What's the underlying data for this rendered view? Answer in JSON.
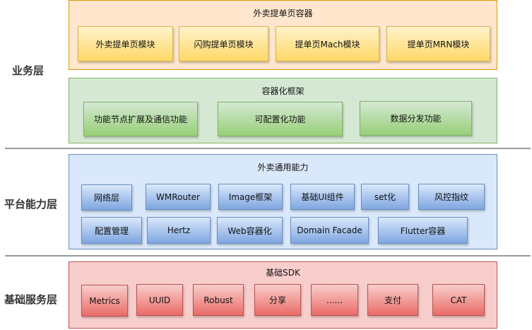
{
  "layers": {
    "business": "业务层",
    "platform": "平台能力层",
    "base": "基础服务层"
  },
  "order_container": {
    "title": "外卖提单页容器",
    "modules": [
      "外卖提单页模块",
      "闪购提单页模块",
      "提单页Mach模块",
      "提单页MRN模块"
    ]
  },
  "container_framework": {
    "title": "容器化框架",
    "items": [
      "功能节点扩展及通信功能",
      "可配置化功能",
      "数据分发功能"
    ]
  },
  "common_ability": {
    "title": "外卖通用能力",
    "row1": [
      "网络层",
      "WMRouter",
      "Image框架",
      "基础UI组件",
      "set化",
      "风控指纹"
    ],
    "row2": [
      "配置管理",
      "Hertz",
      "Web容器化",
      "Domain Facade",
      "Flutter容器"
    ]
  },
  "base_sdk": {
    "title": "基础SDK",
    "items": [
      "Metrics",
      "UUID",
      "Robust",
      "分享",
      "......",
      "支付",
      "CAT"
    ]
  },
  "colors": {
    "orange": "#ffe6cc",
    "green": "#d5e8d4",
    "blue": "#dae8fc",
    "red": "#f8cecc"
  }
}
